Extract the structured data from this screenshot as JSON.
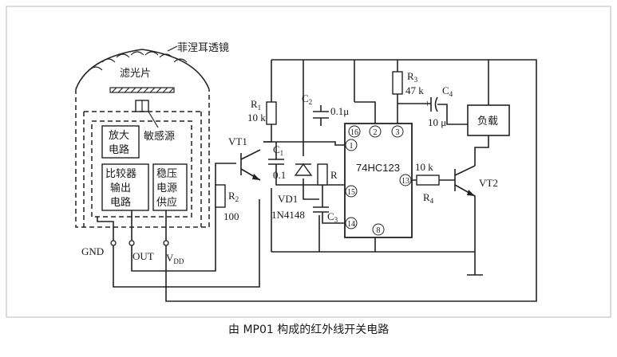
{
  "caption": "由 MP01 构成的红外线开关电路",
  "sensor": {
    "lens": "菲涅耳透镜",
    "filter": "滤光片",
    "element": "敏感源",
    "amplifier": [
      "放大",
      "电路"
    ],
    "comparator": [
      "比较器",
      "输出",
      "电路"
    ],
    "regulator": [
      "稳压",
      "电源",
      "供应"
    ],
    "pins": {
      "gnd": "GND",
      "out": "OUT",
      "vdd": "V",
      "vdd_sub": "DD"
    }
  },
  "components": {
    "r1": {
      "name": "R",
      "sub": "1",
      "value": "10 k"
    },
    "r2": {
      "name": "R",
      "sub": "2",
      "value": "100"
    },
    "r3": {
      "name": "R",
      "sub": "3",
      "value": "47 k"
    },
    "r4": {
      "name": "R",
      "sub": "4",
      "value": "10 k"
    },
    "r": {
      "name": "R"
    },
    "c1": {
      "name": "C",
      "sub": "1",
      "value": "0.1"
    },
    "c2": {
      "name": "C",
      "sub": "2",
      "value": "0.1μ"
    },
    "c3": {
      "name": "C",
      "sub": "3"
    },
    "c4": {
      "name": "C",
      "sub": "4",
      "value": "10 μ",
      "polarity": "+"
    },
    "vt1": "VT1",
    "vt2": "VT2",
    "vd1": {
      "name": "VD1",
      "part": "1N4148"
    },
    "ic": {
      "name": "74HC123",
      "pins": [
        "16",
        "2",
        "3",
        "1",
        "15",
        "14",
        "8",
        "13"
      ]
    },
    "load": "负载"
  }
}
